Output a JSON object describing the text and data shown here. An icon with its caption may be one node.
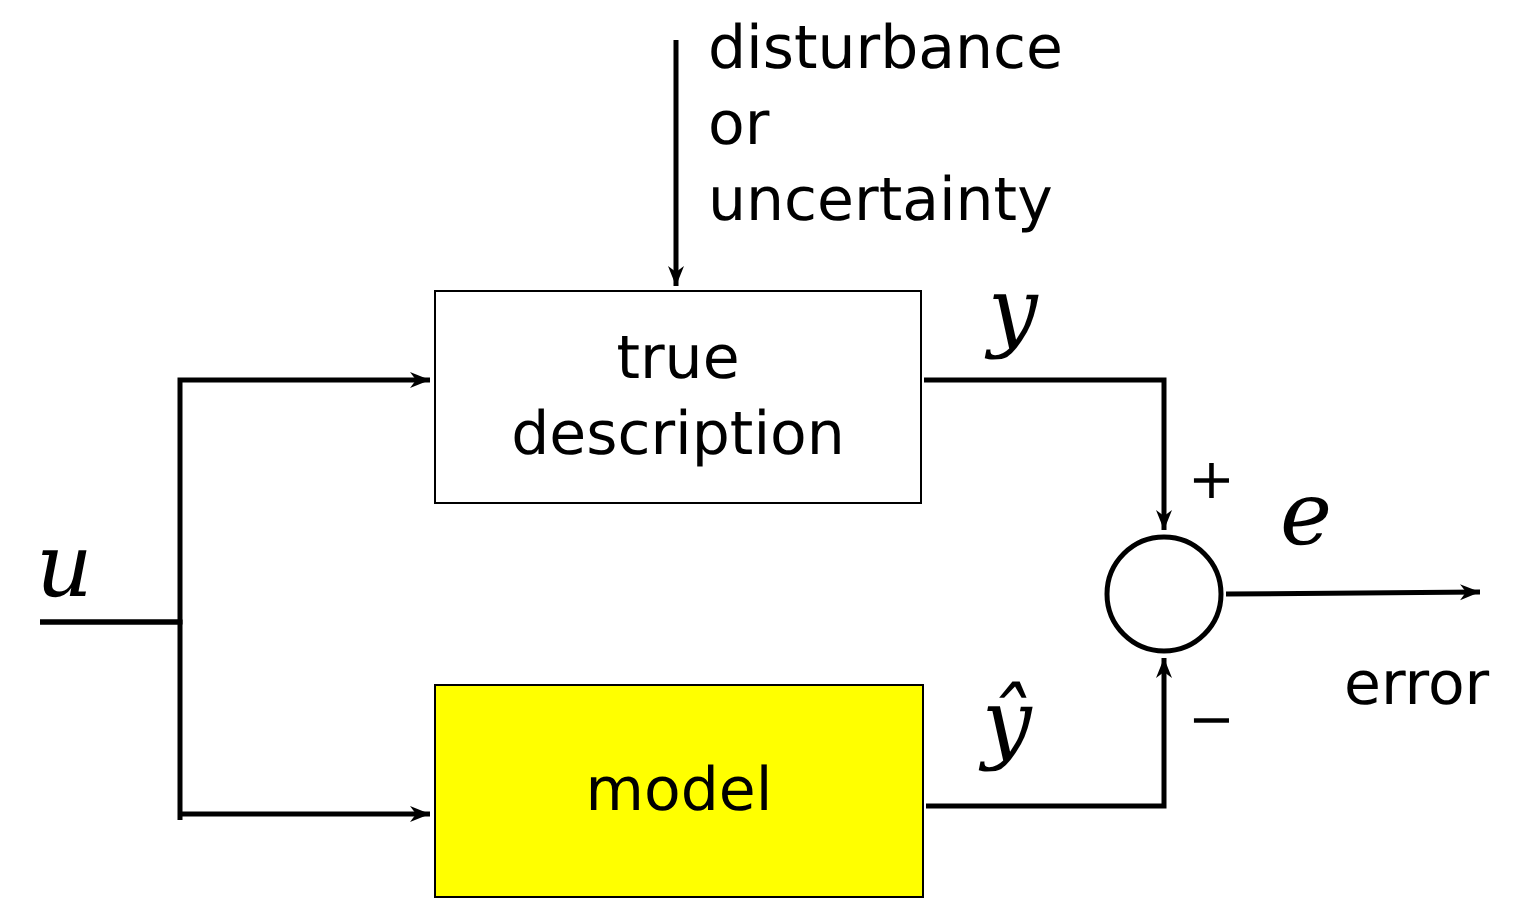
{
  "diagram": {
    "nodes": [
      {
        "text": [
          "disturbance or uncertainty"
        ]
      },
      {
        "text": [
          "true description"
        ]
      },
      {
        "text": [
          "model"
        ]
      },
      {
        "text": [],
        "shape": "circle"
      }
    ],
    "edges": [
      {
        "from": 0,
        "to": 1,
        "arrow": "to"
      },
      {
        "from": null,
        "to": 1,
        "arrow": "to"
      },
      {
        "from": null,
        "to": 2,
        "arrow": "to"
      },
      {
        "from": 1,
        "to": 3,
        "arrow": "to"
      },
      {
        "from": 2,
        "to": 3,
        "arrow": "to"
      },
      {
        "from": 3,
        "to": null,
        "arrow": "to"
      }
    ],
    "labels": [
      "y",
      "u",
      "+",
      "e",
      "ŷ",
      "−",
      "error"
    ]
  }
}
